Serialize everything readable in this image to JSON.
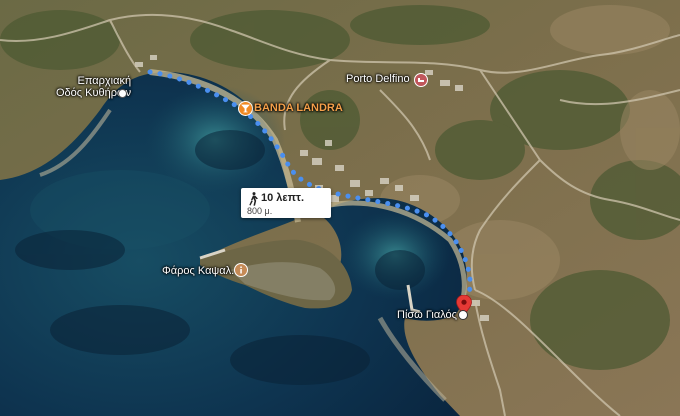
{
  "route": {
    "time": "10 λεπτ.",
    "distance": "800 μ.",
    "color": "#4a8ff0",
    "mode_icon": "walking-person-icon"
  },
  "places": {
    "provincial_road": {
      "line1": "Επαρχιακή",
      "line2": "Οδός Κυθήρων"
    },
    "porto_delfino": {
      "name": "Porto Delfino",
      "icon": "hotel-icon",
      "color": "#c0565b"
    },
    "banda_landra": {
      "name": "BANDA LANDRA",
      "icon": "bar-icon",
      "color": "#f08a24"
    },
    "lighthouse": {
      "name": "Φάρος Καψαλ.",
      "icon": "info-icon",
      "color": "#c58a56"
    },
    "piso_gialos": {
      "name": "Πίσω Γιαλός",
      "icon": "destination-pin-icon",
      "color": "#e53935"
    }
  }
}
